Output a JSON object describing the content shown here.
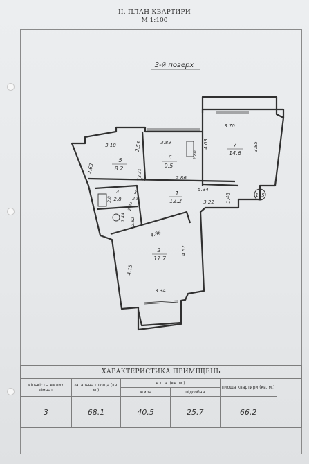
{
  "header": {
    "title": "II. ПЛАН КВАРТИРИ",
    "scale": "М 1:100"
  },
  "floor_label": "3-й поверх",
  "rooms": [
    {
      "number": "1",
      "area": "12.2"
    },
    {
      "number": "2",
      "area": "17.7"
    },
    {
      "number": "3",
      "area": "2.8"
    },
    {
      "number": "4",
      "area": "2.8"
    },
    {
      "number": "5",
      "area": "8.2"
    },
    {
      "number": "6",
      "area": "9.5"
    },
    {
      "number": "7",
      "area": "14.6"
    }
  ],
  "dimensions": [
    "3.18",
    "3.89",
    "3.70",
    "2.63",
    "2.55",
    "4.03",
    "3.85",
    "2.86",
    "3.31",
    "1.53",
    "2.82",
    "5.34",
    "1.46",
    "3.22",
    "2.8",
    "1.44",
    "2.82",
    "4.86",
    "4.15",
    "4.57",
    "3.34",
    "2.80"
  ],
  "apartment_number": "115",
  "characteristics": {
    "title": "ХАРАКТЕРИСТИКА ПРИМІЩЕНЬ",
    "headers": {
      "rooms_count": "кількість жилих кімнат",
      "total_area": "загальна площа (кв. м.)",
      "including": "в т. ч. (кв. м.)",
      "living": "жила",
      "auxiliary": "підсобна",
      "apartment_area": "площа квартири (кв. м.)"
    },
    "values": {
      "rooms_count": "3",
      "total_area": "68.1",
      "living": "40.5",
      "auxiliary": "25.7",
      "apartment_area": "66.2"
    }
  }
}
